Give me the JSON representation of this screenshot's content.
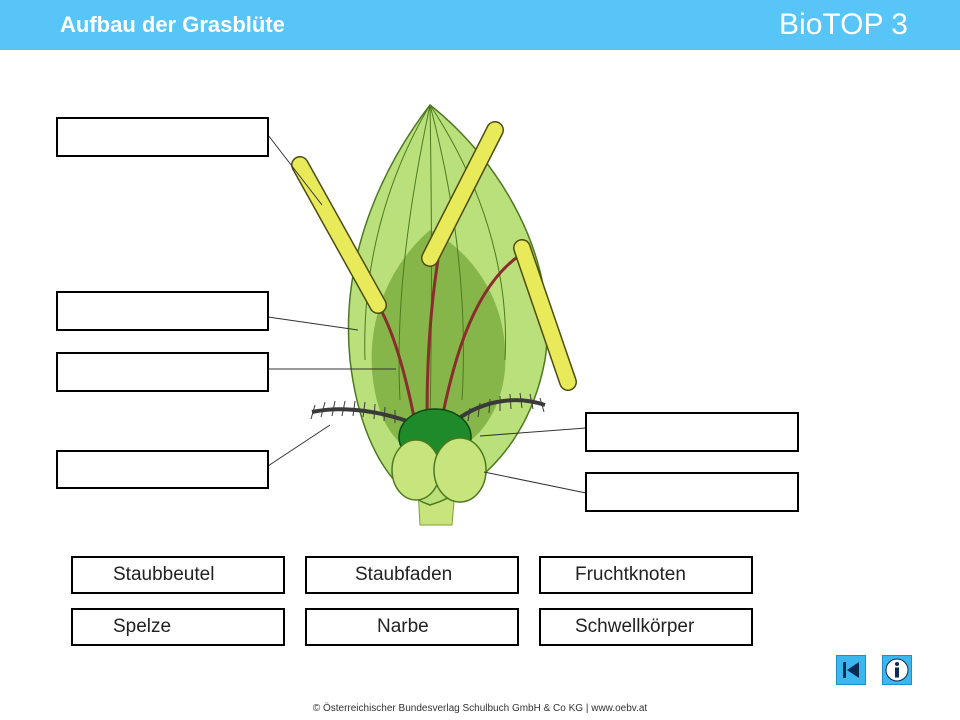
{
  "header": {
    "title": "Aufbau der Grasblüte",
    "brand": "BioTOP 3"
  },
  "words": [
    {
      "id": "staubbeutel",
      "label": "Staubbeutel"
    },
    {
      "id": "staubfaden",
      "label": "Staubfaden"
    },
    {
      "id": "fruchtknoten",
      "label": "Fruchtknoten"
    },
    {
      "id": "spelze",
      "label": "Spelze"
    },
    {
      "id": "narbe",
      "label": "Narbe"
    },
    {
      "id": "schwellkoerper",
      "label": "Schwellkörper"
    }
  ],
  "footer": {
    "copyright": "© Österreichischer Bundesverlag Schulbuch GmbH & Co KG | www.oebv.at"
  },
  "nav": {
    "back_icon": "skip-back-icon",
    "info_icon": "info-icon"
  },
  "colors": {
    "header": "#57c5f7",
    "spelze": "#b9e07a",
    "anther": "#e9ea5a",
    "filament": "#8b2d2d",
    "ovary": "#1e8a2a",
    "lodicule": "#c8e57d"
  }
}
